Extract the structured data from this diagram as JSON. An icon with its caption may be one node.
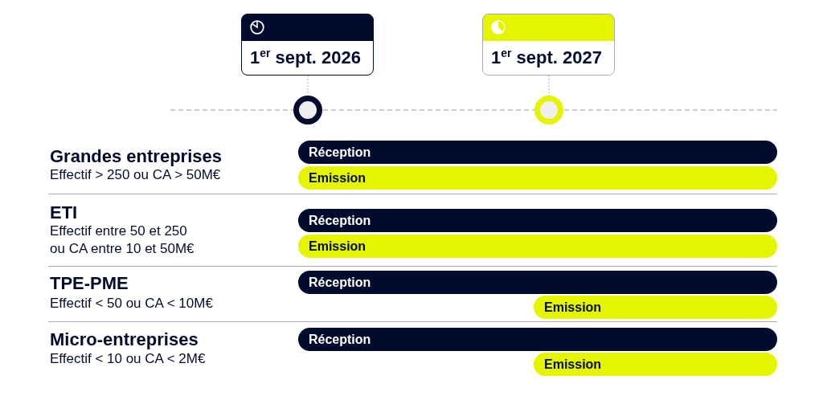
{
  "diagram": {
    "nodes": [
      {
        "text": [
          "1$^{er}$ sept. 2026"
        ]
      },
      {
        "text": [
          "1$^{er}$ sept. 2027"
        ]
      },
      {
        "text": [],
        "shape": "circle"
      },
      {
        "text": [],
        "shape": "circle"
      },
      {
        "text": [
          "Réception"
        ]
      },
      {
        "text": [
          "Emission"
        ]
      },
      {
        "text": [
          "Réception"
        ]
      },
      {
        "text": [
          "Emission"
        ]
      },
      {
        "text": [
          "Réception"
        ]
      },
      {
        "text": [
          "Emission"
        ]
      },
      {
        "text": [
          "Réception"
        ]
      },
      {
        "text": [
          "Emission"
        ]
      }
    ],
    "edges": [
      {
        "from": 0,
        "to": 2,
        "arrow": "none",
        "style": "dashed"
      },
      {
        "from": 1,
        "to": 3,
        "arrow": "none",
        "style": "dashed"
      }
    ],
    "labels": [
      "Grandes entreprises",
      "Effectif > 250 ou CA > 50M€",
      "ETI",
      "Effectif entre 50 et 250 ou CA entre 10 et 50M€",
      "TPE-PME",
      "Effectif < 50 ou CA < 10M€",
      "Micro-entreprises",
      "Effectif < 10 ou CA < 2M€"
    ]
  }
}
